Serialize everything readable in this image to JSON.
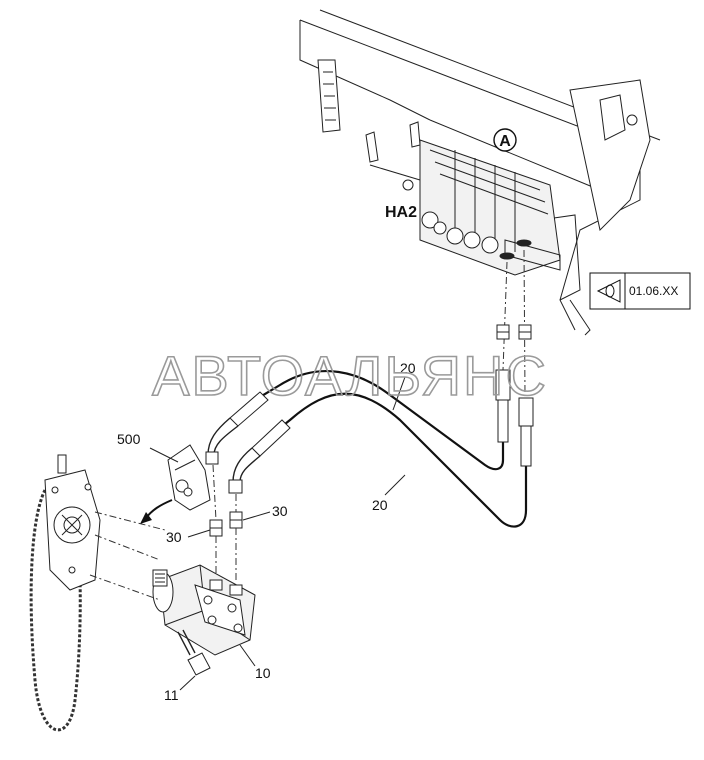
{
  "labels": {
    "valve": "HA2",
    "view_a": "A",
    "ref_code": "01.06.XX",
    "hose_upper": "20",
    "hose_lower": "20",
    "part_500": "500",
    "fitting_left": "30",
    "fitting_right": "30",
    "motor": "10",
    "bolt": "11"
  },
  "watermark": "АВТОАЛЬЯНС",
  "colors": {
    "line": "#222222",
    "watermark": "#9a9a9a",
    "background": "#ffffff"
  }
}
